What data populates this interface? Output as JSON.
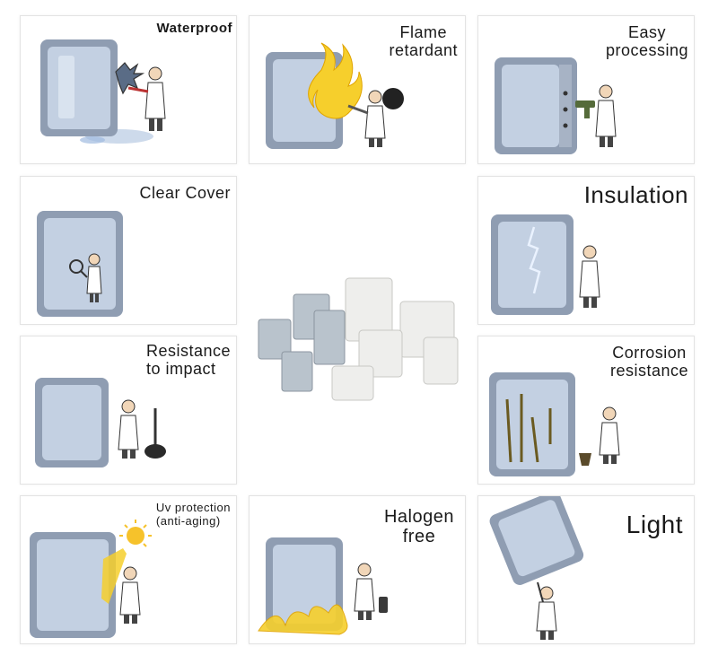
{
  "features": [
    {
      "label": "Waterproof"
    },
    {
      "label": "Flame\nretardant"
    },
    {
      "label": "Easy\nprocessing"
    },
    {
      "label": "Clear  Cover"
    },
    {
      "label": "Insulation"
    },
    {
      "label": "Resistance\nto impact"
    },
    {
      "label": "Corrosion\nresistance"
    },
    {
      "label": "Uv protection\n(anti-aging)"
    },
    {
      "label": "Halogen\nfree"
    },
    {
      "label": "Light"
    }
  ],
  "colors": {
    "box_frame": "#8f9db2",
    "box_glass": "#c3d0e2",
    "flame": "#f6cf2c",
    "water": "#8fb3d9",
    "sun": "#f6c22b",
    "lightning": "#eaf2ff",
    "product_white": "#eeeeec"
  },
  "icons": [
    "enclosure-icon",
    "scientist-icon",
    "water-splash-icon",
    "flame-icon",
    "drill-icon",
    "magnifier-icon",
    "lightning-icon",
    "hammer-icon",
    "tools-icon",
    "sun-icon",
    "lantern-icon"
  ]
}
